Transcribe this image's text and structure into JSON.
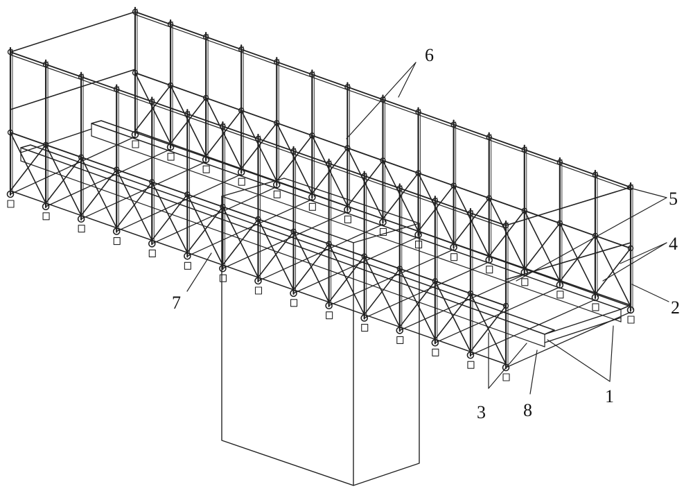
{
  "figure": {
    "callouts": [
      {
        "id": "label-1",
        "text": "1"
      },
      {
        "id": "label-2",
        "text": "2"
      },
      {
        "id": "label-3",
        "text": "3"
      },
      {
        "id": "label-4",
        "text": "4"
      },
      {
        "id": "label-5",
        "text": "5"
      },
      {
        "id": "label-6",
        "text": "6"
      },
      {
        "id": "label-7",
        "text": "7"
      },
      {
        "id": "label-8",
        "text": "8"
      }
    ]
  }
}
